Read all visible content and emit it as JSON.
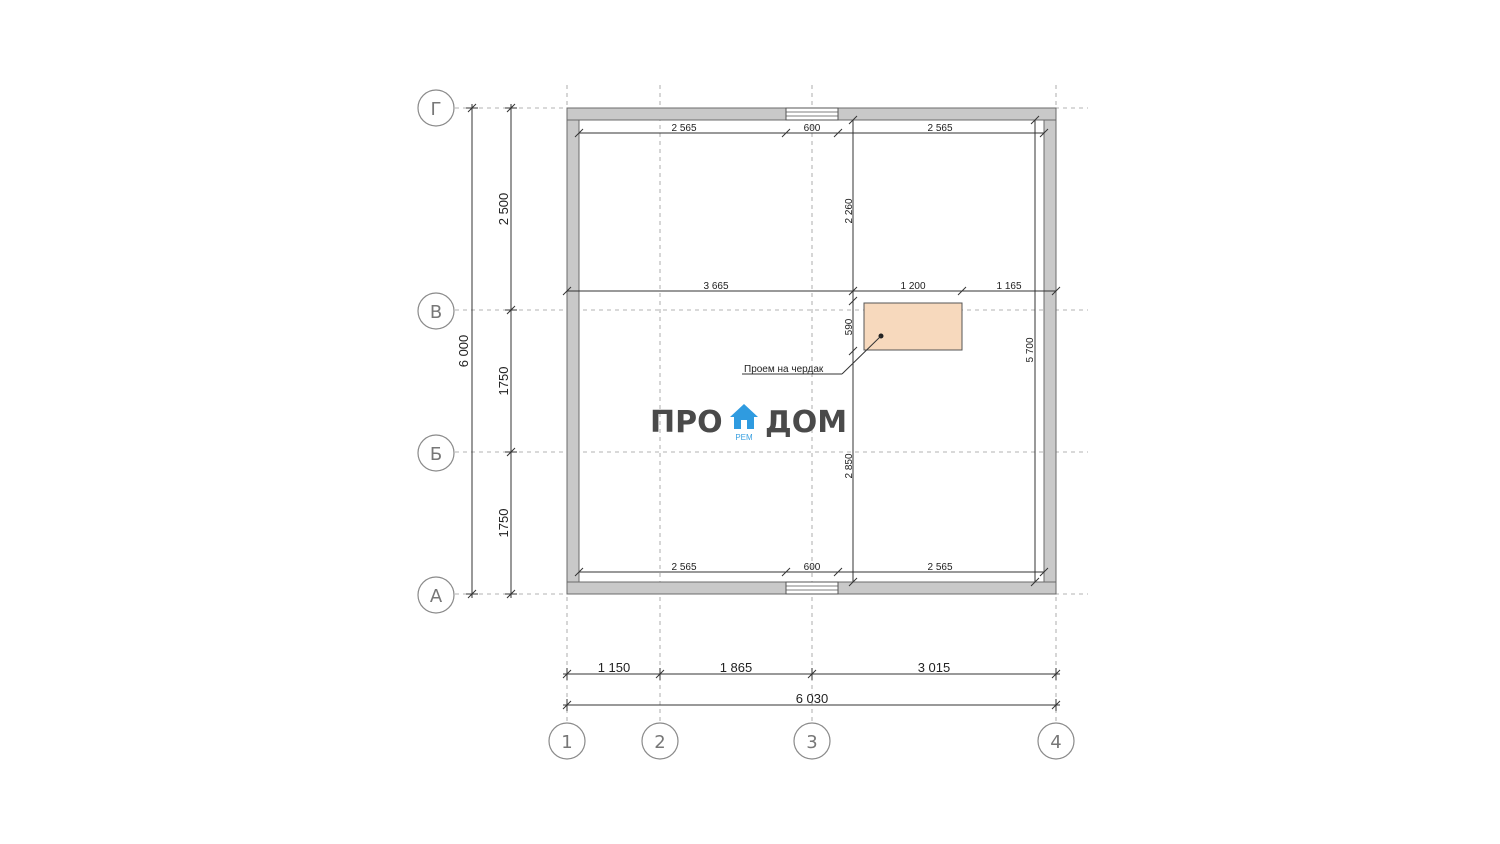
{
  "axes": {
    "rows": [
      "Г",
      "В",
      "Б",
      "А"
    ],
    "cols": [
      "1",
      "2",
      "3",
      "4"
    ]
  },
  "dims": {
    "left_total": "6 000",
    "left_segments": [
      "2 500",
      "1750",
      "1750"
    ],
    "bottom_segments": [
      "1 150",
      "1 865",
      "3 015"
    ],
    "bottom_total": "6 030",
    "top_inner": [
      "2 565",
      "600",
      "2 565"
    ],
    "bottom_inner": [
      "2 565",
      "600",
      "2 565"
    ],
    "mid_row": [
      "3 665",
      "1 200",
      "1 165"
    ],
    "v_upper": "2 260",
    "v_opening": "590",
    "v_lower": "2 850",
    "v_right": "5 700"
  },
  "callout": {
    "text": "Проем на чердак"
  },
  "logo": {
    "left": "ПРО",
    "right": "ДОМ",
    "sub": "РЕМ",
    "accent": "#2f9be0"
  },
  "colors": {
    "wall": "#c9c9c9",
    "opening": "#f7d9bd"
  }
}
